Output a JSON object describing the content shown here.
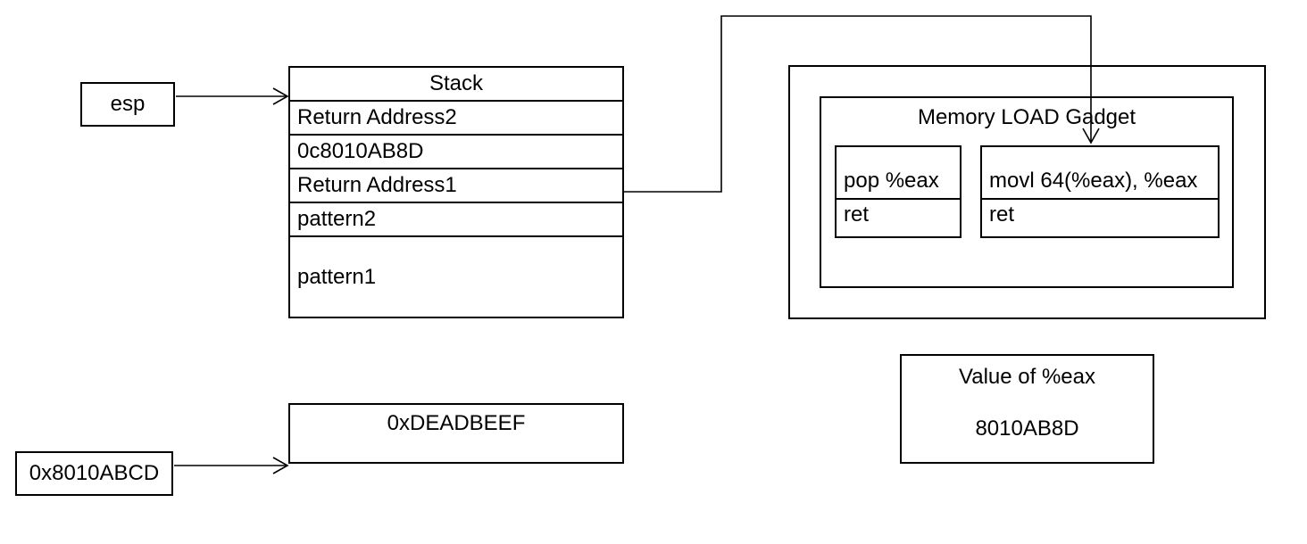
{
  "esp": {
    "label": "esp"
  },
  "stack": {
    "title": "Stack",
    "rows": [
      "Return Address2",
      "0c8010AB8D",
      "Return Address1",
      "pattern2",
      "pattern1"
    ]
  },
  "gadget": {
    "title": "Memory LOAD Gadget",
    "boxes": [
      {
        "line1": "pop %eax",
        "line2": "ret"
      },
      {
        "line1": "movl 64(%eax), %eax",
        "line2": "ret"
      }
    ]
  },
  "value_box": {
    "title": "Value of %eax",
    "value": "8010AB8D"
  },
  "deadbeef": {
    "label": "0xDEADBEEF"
  },
  "address": {
    "label": "0x8010ABCD"
  },
  "colors": {
    "line": "#000000",
    "background": "#ffffff",
    "text": "#000000"
  }
}
